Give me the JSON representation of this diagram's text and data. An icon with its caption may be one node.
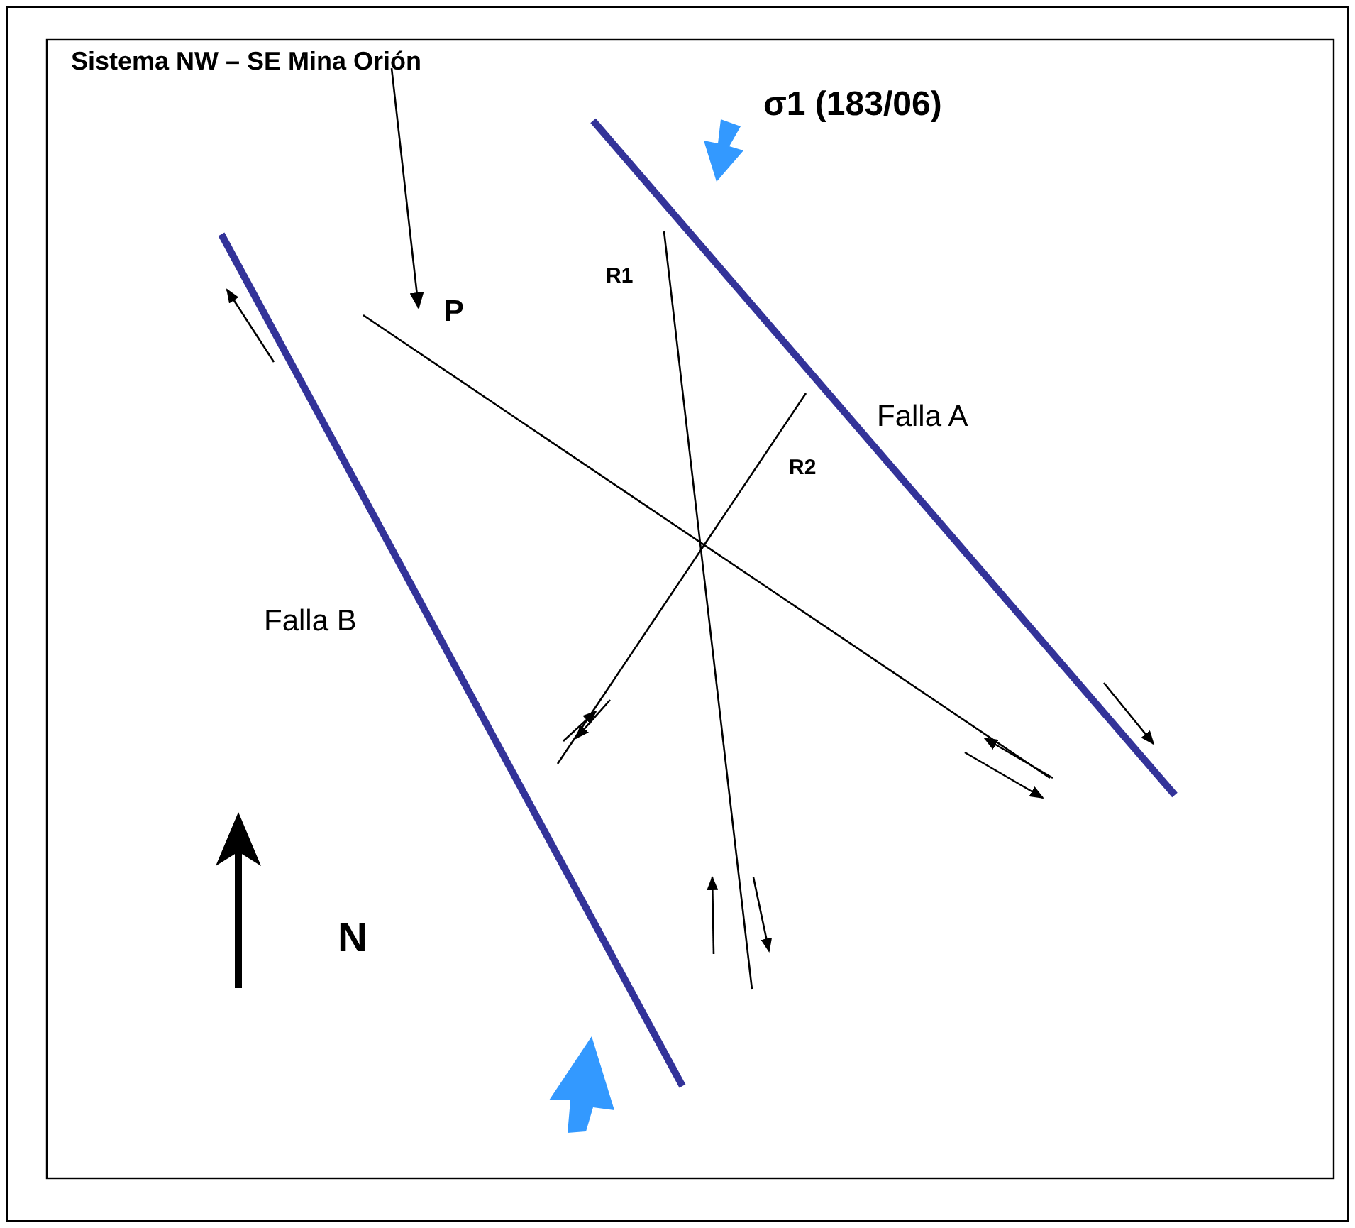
{
  "diagram": {
    "nodes": [
      {
        "text": [
          "Sistema NW – SE Mina Orión"
        ]
      },
      {
        "text": [],
        "shape": "line"
      }
    ],
    "edges": [
      {
        "from": 0,
        "to": 1,
        "arrow": "to"
      }
    ],
    "labels": [
      "σ1 (183/06)",
      "R1",
      "P",
      "Falla A",
      "R2",
      "Falla B",
      "N"
    ]
  }
}
